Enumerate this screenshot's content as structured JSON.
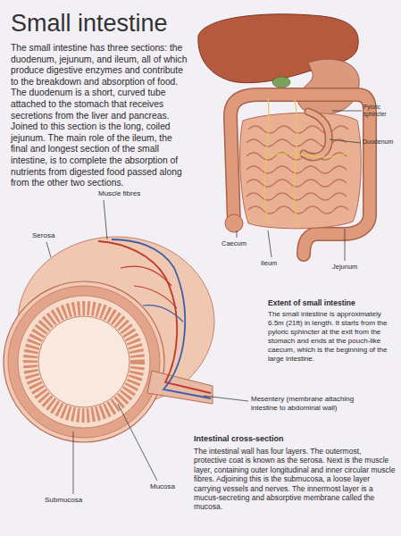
{
  "diagram": {
    "title": "Small intestine",
    "labels": [
      "The small intestine has three sections: the duodenum, jejunum, and ileum, all of which produce digestive enzymes and contribute to the breakdown and absorption of food. The duodenum is a short, curved tube attached to the stomach that receives secretions from the liver and pancreas. Joined to this section is the long, coiled jejunum. The main role of the ileum, the final and longest section of the small intestine, is to complete the absorption of nutrients from digested food passed along from the other two sections.",
      "Pyloric sphincter",
      "Duodenum",
      "Caecum",
      "Ileum",
      "Jejunum",
      "Muscle fibres",
      "Serosa",
      "Extent of small intestine",
      "The small intestine is approximately 6.5m (21ft) in length. It starts from the pyloric sphincter at the exit from the stomach and ends at the pouch-like caecum, which is the beginning of the large intestine.",
      "Mesentery (membrane attaching intestine to abdominal wall)",
      "Intestinal cross-section",
      "The intestinal wall has four layers. The outermost, protective coat is known as the serosa. Next is the muscle layer, containing outer longitudinal and inner circular muscle fibres. Adjoining this is the submucosa, a loose layer carrying vessels and nerves. The innermost layer is a mucus-secreting and absorptive membrane called the mucosa.",
      "Mucosa",
      "Submucosa"
    ]
  }
}
